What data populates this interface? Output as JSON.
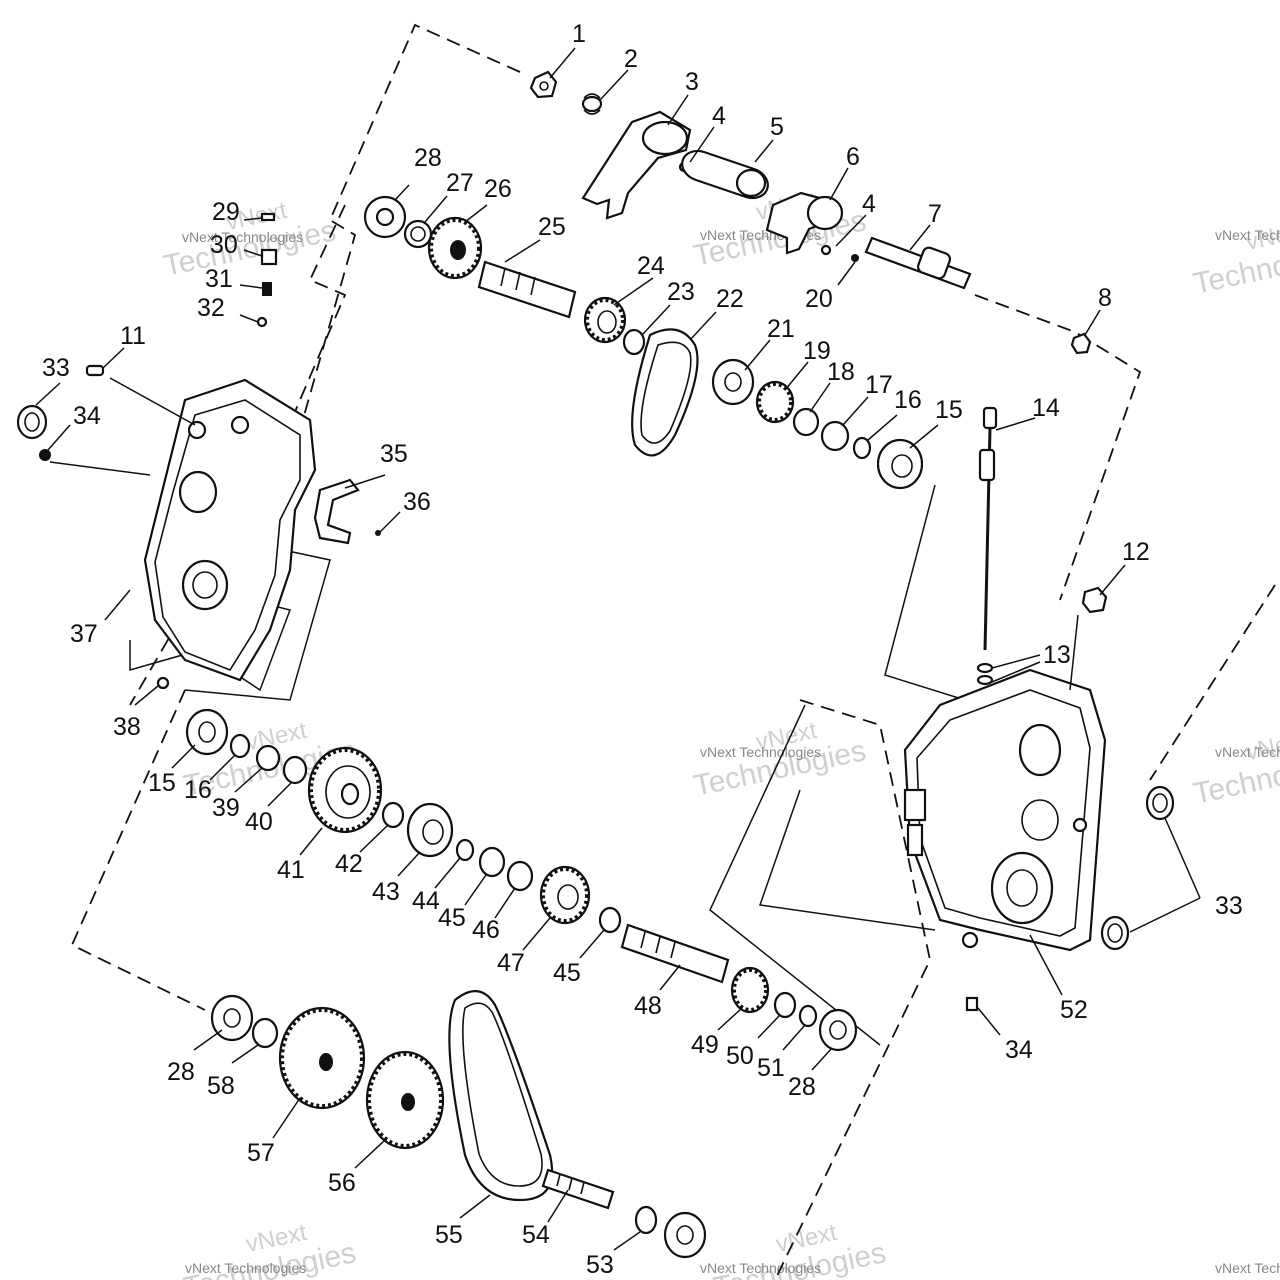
{
  "watermark": {
    "line1": "vNext",
    "line2": "Technologies",
    "line3": "vNext Technologies"
  },
  "callouts": [
    {
      "id": "c1",
      "text": "1"
    },
    {
      "id": "c2",
      "text": "2"
    },
    {
      "id": "c3",
      "text": "3"
    },
    {
      "id": "c4a",
      "text": "4"
    },
    {
      "id": "c5",
      "text": "5"
    },
    {
      "id": "c6",
      "text": "6"
    },
    {
      "id": "c4b",
      "text": "4"
    },
    {
      "id": "c7",
      "text": "7"
    },
    {
      "id": "c8",
      "text": "8"
    },
    {
      "id": "c11",
      "text": "11"
    },
    {
      "id": "c12",
      "text": "12"
    },
    {
      "id": "c13",
      "text": "13"
    },
    {
      "id": "c14",
      "text": "14"
    },
    {
      "id": "c15a",
      "text": "15"
    },
    {
      "id": "c16a",
      "text": "16"
    },
    {
      "id": "c17",
      "text": "17"
    },
    {
      "id": "c18",
      "text": "18"
    },
    {
      "id": "c19",
      "text": "19"
    },
    {
      "id": "c20",
      "text": "20"
    },
    {
      "id": "c21",
      "text": "21"
    },
    {
      "id": "c22",
      "text": "22"
    },
    {
      "id": "c23",
      "text": "23"
    },
    {
      "id": "c24",
      "text": "24"
    },
    {
      "id": "c25",
      "text": "25"
    },
    {
      "id": "c26",
      "text": "26"
    },
    {
      "id": "c27",
      "text": "27"
    },
    {
      "id": "c28a",
      "text": "28"
    },
    {
      "id": "c29",
      "text": "29"
    },
    {
      "id": "c30",
      "text": "30"
    },
    {
      "id": "c31",
      "text": "31"
    },
    {
      "id": "c32",
      "text": "32"
    },
    {
      "id": "c33a",
      "text": "33"
    },
    {
      "id": "c34a",
      "text": "34"
    },
    {
      "id": "c35",
      "text": "35"
    },
    {
      "id": "c36",
      "text": "36"
    },
    {
      "id": "c37",
      "text": "37"
    },
    {
      "id": "c38",
      "text": "38"
    },
    {
      "id": "c15b",
      "text": "15"
    },
    {
      "id": "c16b",
      "text": "16"
    },
    {
      "id": "c39",
      "text": "39"
    },
    {
      "id": "c40",
      "text": "40"
    },
    {
      "id": "c41",
      "text": "41"
    },
    {
      "id": "c42",
      "text": "42"
    },
    {
      "id": "c43",
      "text": "43"
    },
    {
      "id": "c44",
      "text": "44"
    },
    {
      "id": "c45a",
      "text": "45"
    },
    {
      "id": "c46",
      "text": "46"
    },
    {
      "id": "c47",
      "text": "47"
    },
    {
      "id": "c45b",
      "text": "45"
    },
    {
      "id": "c48",
      "text": "48"
    },
    {
      "id": "c49",
      "text": "49"
    },
    {
      "id": "c50",
      "text": "50"
    },
    {
      "id": "c51",
      "text": "51"
    },
    {
      "id": "c28b",
      "text": "28"
    },
    {
      "id": "c28c",
      "text": "28"
    },
    {
      "id": "c58",
      "text": "58"
    },
    {
      "id": "c57",
      "text": "57"
    },
    {
      "id": "c56",
      "text": "56"
    },
    {
      "id": "c55",
      "text": "55"
    },
    {
      "id": "c54",
      "text": "54"
    },
    {
      "id": "c53",
      "text": "53"
    },
    {
      "id": "c52",
      "text": "52"
    },
    {
      "id": "c33b",
      "text": "33"
    },
    {
      "id": "c34b",
      "text": "34"
    }
  ]
}
